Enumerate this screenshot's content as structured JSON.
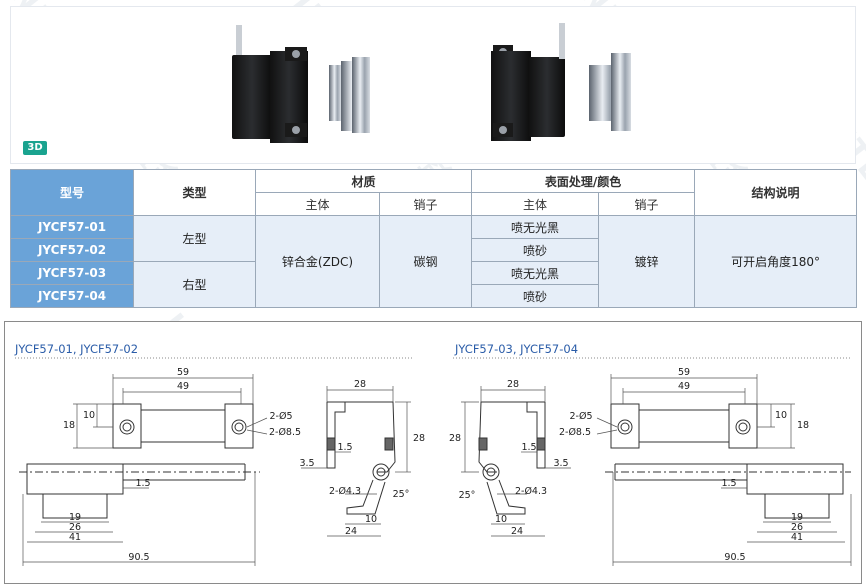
{
  "badge_3d": "3D",
  "table": {
    "headers": {
      "model": "型号",
      "type": "类型",
      "material": "材质",
      "finish": "表面处理/颜色",
      "structure": "结构说明",
      "main_body": "主体",
      "pin": "销子"
    },
    "models": [
      "JYCF57-01",
      "JYCF57-02",
      "JYCF57-03",
      "JYCF57-04"
    ],
    "types": [
      "左型",
      "右型"
    ],
    "body_material": "锌合金(ZDC)",
    "pin_material": "碳钢",
    "body_finishes": [
      "喷无光黑",
      "喷砂",
      "喷无光黑",
      "喷砂"
    ],
    "pin_finish": "镀锌",
    "structure_note": "可开启角度180°"
  },
  "drawings": {
    "left_title": "JYCF57-01, JYCF57-02",
    "right_title": "JYCF57-03, JYCF57-04"
  },
  "dims": {
    "d59": "59",
    "d49": "49",
    "d18": "18",
    "d10": "10",
    "d2o5": "2-Ø5",
    "d2o85": "2-Ø8.5",
    "d1p5": "1.5",
    "d19": "19",
    "d26": "26",
    "d41": "41",
    "d90p5": "90.5",
    "d28": "28",
    "d3p5": "3.5",
    "d2o43": "2-Ø4.3",
    "d25deg": "25°",
    "d24": "24"
  },
  "watermark": "INFINITE 聚益金"
}
